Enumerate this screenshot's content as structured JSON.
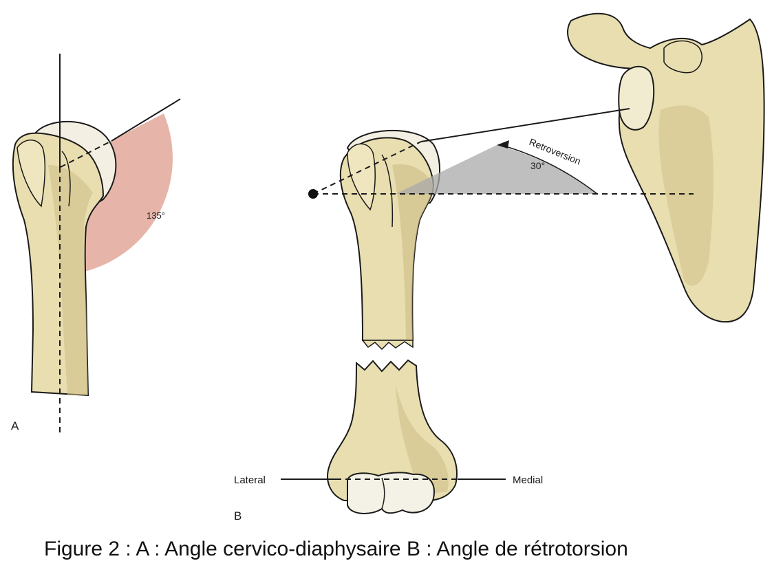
{
  "labels": {
    "panel_a": "A",
    "panel_b": "B",
    "angle_a": "135°",
    "angle_b": "30°",
    "retroversion": "Retroversion",
    "lateral": "Lateral",
    "medial": "Medial"
  },
  "caption": "Figure 2 : A : Angle cervico-diaphysaire       B : Angle de rétrotorsion",
  "colors": {
    "bone": "#e8deb0",
    "bone_dark": "#cdbd86",
    "cartilage": "#f4f1e6",
    "angle_a_fill": "#e3a79a",
    "angle_b_fill": "#a9a9a9",
    "outline": "#1a1a1a"
  }
}
